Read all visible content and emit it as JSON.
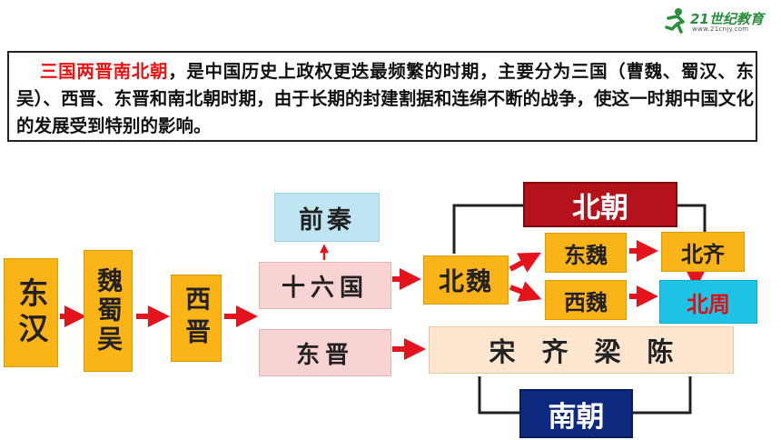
{
  "logo": {
    "brand": "21世纪教育",
    "url": "www.21cnjy.com"
  },
  "intro": {
    "highlight": "三国两晋南北朝",
    "text": "，是中国历史上政权更迭最频繁的时期，主要分为三国（曹魏、蜀汉、东吴）、西晋、东晋和南北朝时期，由于长期的封建割据和连绵不断的战争，使这一时期中国文化的发展受到特别的影响。"
  },
  "nodes": {
    "donghan": "东汉",
    "weishuwu": "魏蜀吴",
    "xijin": "西晋",
    "qianqin": "前秦",
    "shiliuguo": "十六国",
    "dongjin": "东晋",
    "beiwei": "北魏",
    "dongwei": "东魏",
    "xiwei": "西魏",
    "beiqi": "北齐",
    "beizhou": "北周",
    "songqiliangchen": "宋　齐　梁　陈",
    "beichao": "北朝",
    "nanchao": "南朝"
  },
  "colors": {
    "orange": "#fbb418",
    "arrow_red": "#e5141c",
    "navy": "#0e2a80",
    "dark_red": "#b5121b",
    "cyan": "#1ec3e8"
  }
}
